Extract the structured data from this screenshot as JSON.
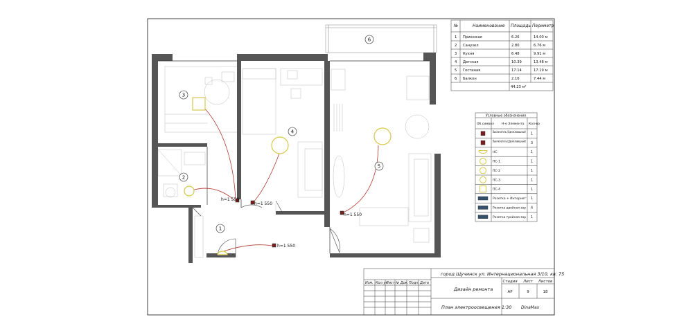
{
  "rooms_table": {
    "headers": [
      "№",
      "Наименование",
      "Площадь",
      "Периметр"
    ],
    "rows": [
      {
        "no": "1",
        "name": "Прихожая",
        "area": "6.26",
        "perimeter": "14.00 м"
      },
      {
        "no": "2",
        "name": "Санузел",
        "area": "2.80",
        "perimeter": "6.76 м"
      },
      {
        "no": "3",
        "name": "Кухня",
        "area": "6.48",
        "perimeter": "9.91 м"
      },
      {
        "no": "4",
        "name": "Детская",
        "area": "10.39",
        "perimeter": "13.48 м"
      },
      {
        "no": "5",
        "name": "Гостиная",
        "area": "17.14",
        "perimeter": "17.19 м"
      },
      {
        "no": "6",
        "name": "Балкон",
        "area": "2.16",
        "perimeter": "7.44 м"
      }
    ],
    "total": "44.23 м²"
  },
  "legend": {
    "title": "Условные обозначения",
    "headers": [
      "Об.символ",
      "Н-е Элемента",
      "Кол-во"
    ],
    "rows": [
      {
        "icon": "switch-single",
        "name": "Выключатель (Одноклавишный)",
        "qty": "1"
      },
      {
        "icon": "switch-double",
        "name": "Выключатель (Двухклавишный)",
        "qty": "3"
      },
      {
        "icon": "wall-light",
        "name": "НС",
        "qty": "1"
      },
      {
        "icon": "ceiling-light",
        "name": "ПС-1",
        "qty": "1"
      },
      {
        "icon": "ceiling-light",
        "name": "ПС-2",
        "qty": "1"
      },
      {
        "icon": "ceiling-light",
        "name": "ПС-3",
        "qty": "1"
      },
      {
        "icon": "ceiling-light-square",
        "name": "ПС-4",
        "qty": "1"
      },
      {
        "icon": "socket-internet",
        "name": "Розетка + Интернет",
        "qty": "1"
      },
      {
        "icon": "socket-double",
        "name": "Розетка двойная зар",
        "qty": "4"
      },
      {
        "icon": "socket-triple",
        "name": "Розетка тройная зар",
        "qty": "1"
      }
    ]
  },
  "room_labels": [
    "1",
    "2",
    "3",
    "4",
    "5",
    "6"
  ],
  "heights": [
    "h=1 550",
    "h=1 550",
    "h=1 550",
    "h=1 550"
  ],
  "title_block": {
    "address": "город Щучинск ул. Интернациональная 3/10, кв. 75",
    "project": "Дизайн ремонта",
    "sheet_name": "План электроосвещения 1:30",
    "company": "DinaMax",
    "sign_headers": [
      "Изм.",
      "Кол.уч",
      "Лист",
      "№ Док.",
      "Подп.",
      "Дата"
    ],
    "stage_header": "Стадия",
    "sheet_header": "Лист",
    "sheets_header": "Листов",
    "stage": "АР",
    "sheet": "9",
    "sheets": "18"
  },
  "colors": {
    "wall": "#555555",
    "wire": "#b0392e",
    "light": "#d6c84a",
    "switch": "#7a1f1f"
  }
}
